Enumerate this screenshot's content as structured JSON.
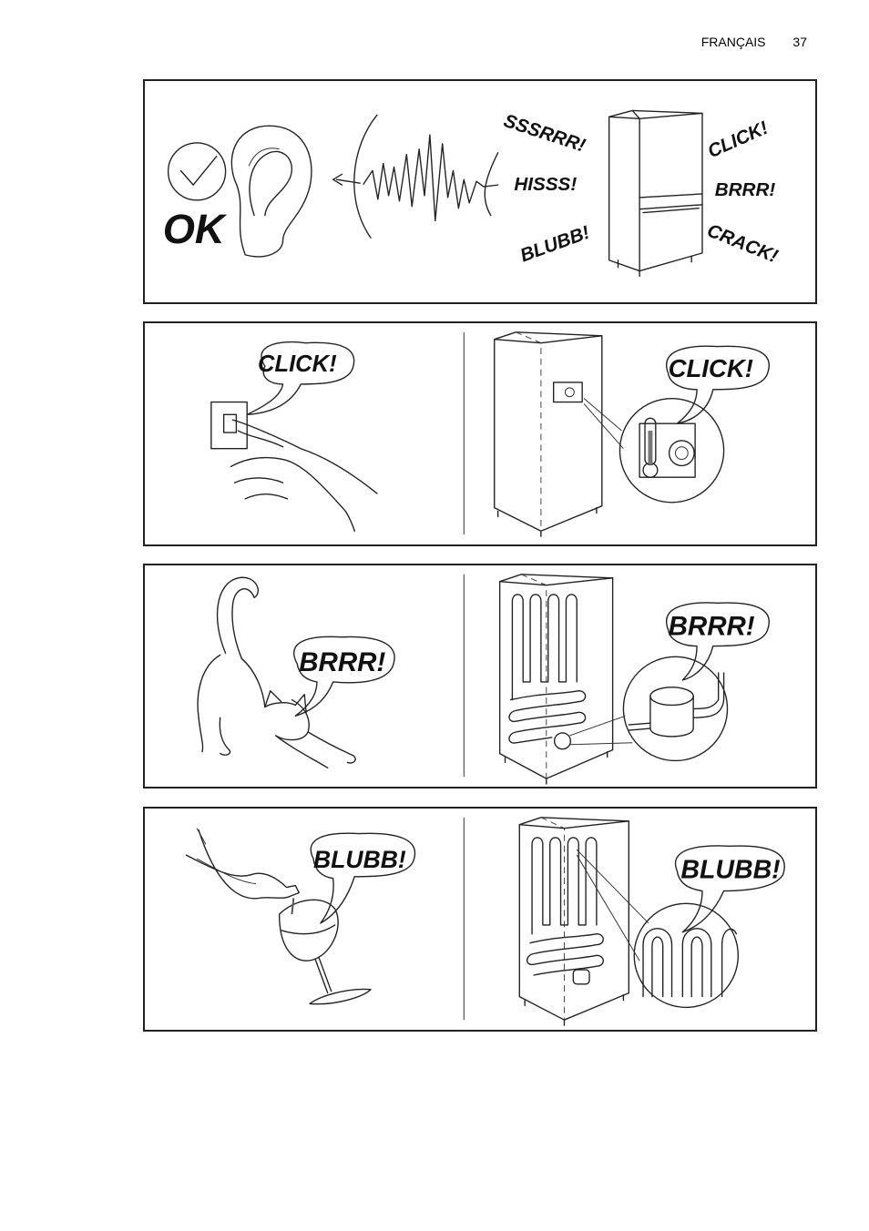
{
  "header": {
    "language": "FRANÇAIS",
    "page_number": "37"
  },
  "panel1": {
    "ok_label": "OK",
    "sounds": [
      "SSSRRR!",
      "HISSS!",
      "BLUBB!",
      "CLICK!",
      "BRRR!",
      "CRACK!"
    ]
  },
  "panel2": {
    "left_bubble": "CLICK!",
    "right_bubble": "CLICK!"
  },
  "panel3": {
    "left_bubble": "BRRR!",
    "right_bubble": "BRRR!"
  },
  "panel4": {
    "left_bubble": "BLUBB!",
    "right_bubble": "BLUBB!"
  }
}
